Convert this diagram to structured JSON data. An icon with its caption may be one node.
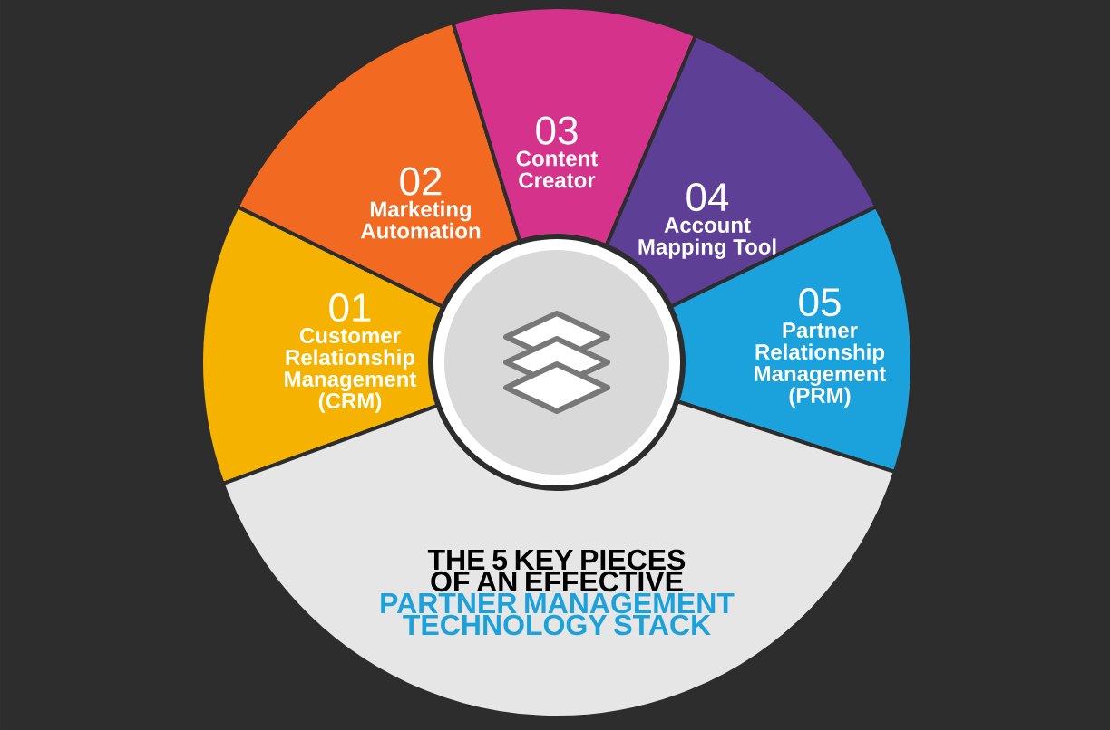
{
  "diagram": {
    "nodes": [
      {
        "text": [
          "01",
          "Customer Relationship Management (CRM)"
        ]
      },
      {
        "text": [
          "02",
          "Marketing Automation"
        ]
      },
      {
        "text": [
          "03",
          "Content Creator"
        ]
      },
      {
        "text": [
          "04",
          "Account Mapping Tool"
        ]
      },
      {
        "text": [
          "05",
          "Partner Relationship Management (PRM)"
        ]
      },
      {
        "text": [
          "THE 5 KEY PIECES OF AN EFFECTIVE",
          "PARTNER MANAGEMENT TECHNOLOGY STACK"
        ]
      },
      {
        "text": [],
        "shape": "circle"
      }
    ]
  }
}
